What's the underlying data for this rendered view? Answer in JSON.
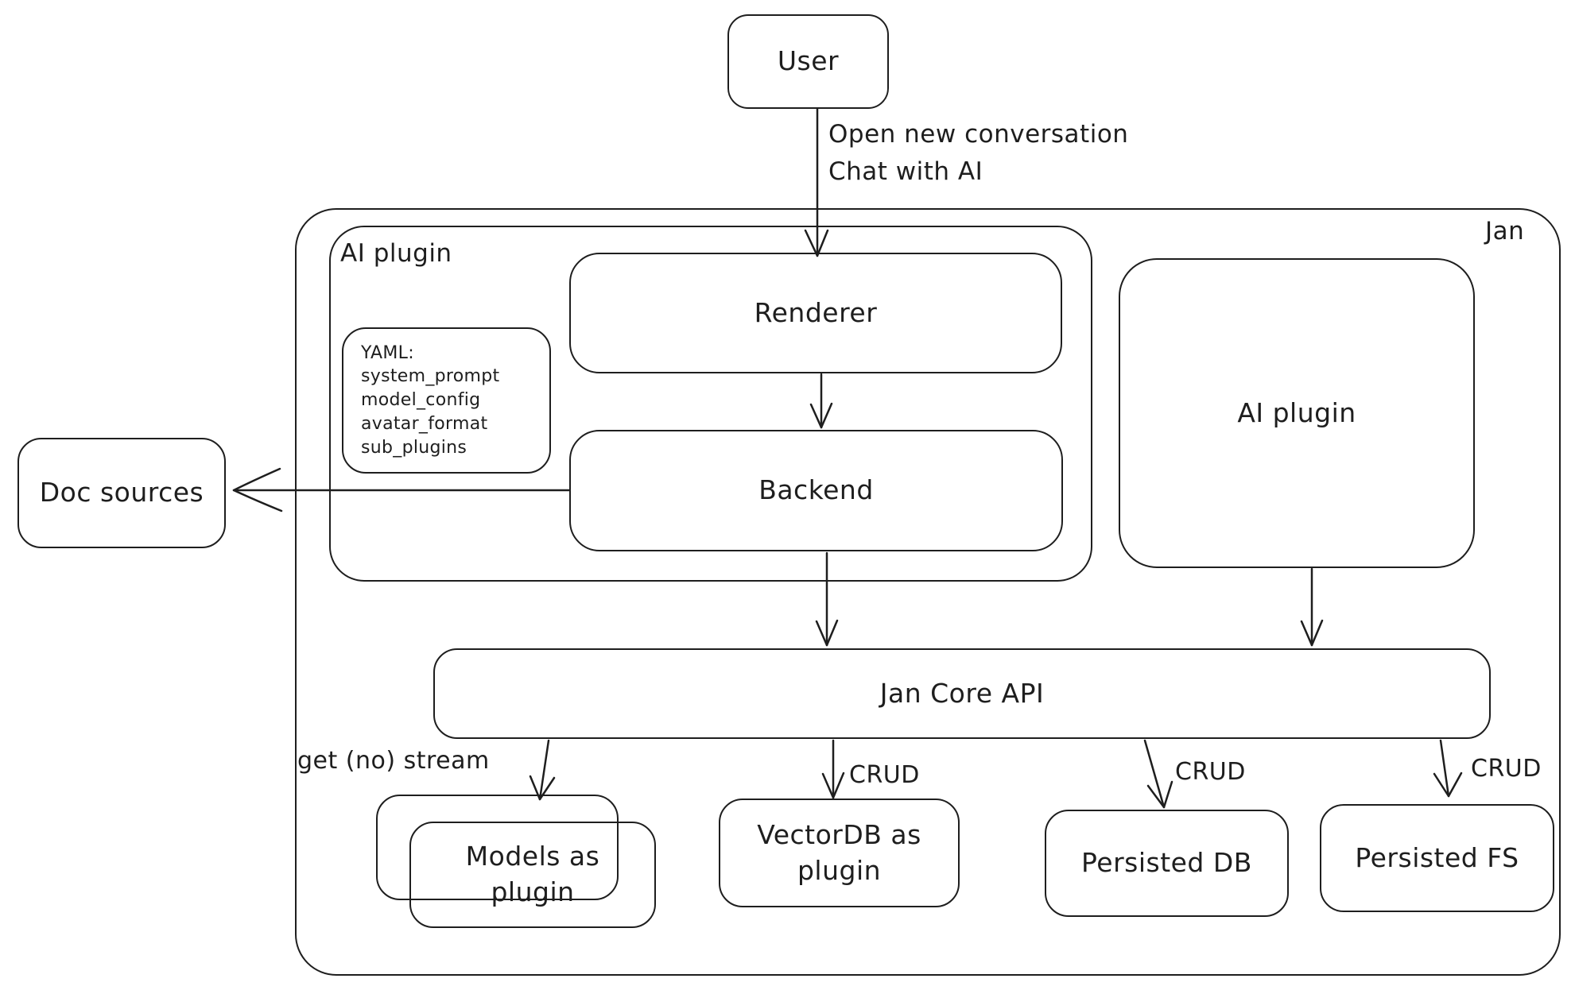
{
  "diagram": {
    "colors": {
      "stroke": "#1e1e1e",
      "background": "#ffffff"
    },
    "user": {
      "label": "User"
    },
    "user_flow_label": "Open new conversation\nChat with AI",
    "jan_container": {
      "label": "Jan"
    },
    "ai_plugin_container": {
      "label": "AI plugin"
    },
    "yaml_note": {
      "text": "YAML:\nsystem_prompt\nmodel_config\navatar_format\nsub_plugins"
    },
    "renderer": {
      "label": "Renderer"
    },
    "backend": {
      "label": "Backend"
    },
    "doc_sources": {
      "label": "Doc sources"
    },
    "ai_plugin_right": {
      "label": "AI plugin"
    },
    "jan_core_api": {
      "label": "Jan Core API"
    },
    "models_as_plugin": {
      "label": "Models as\nplugin"
    },
    "vectordb_as_plugin": {
      "label": "VectorDB as\nplugin"
    },
    "persisted_db": {
      "label": "Persisted DB"
    },
    "persisted_fs": {
      "label": "Persisted FS"
    },
    "edge_labels": {
      "get_no_stream": "get (no) stream",
      "crud_vectordb": "CRUD",
      "crud_persisted_db": "CRUD",
      "crud_persisted_fs": "CRUD"
    }
  }
}
